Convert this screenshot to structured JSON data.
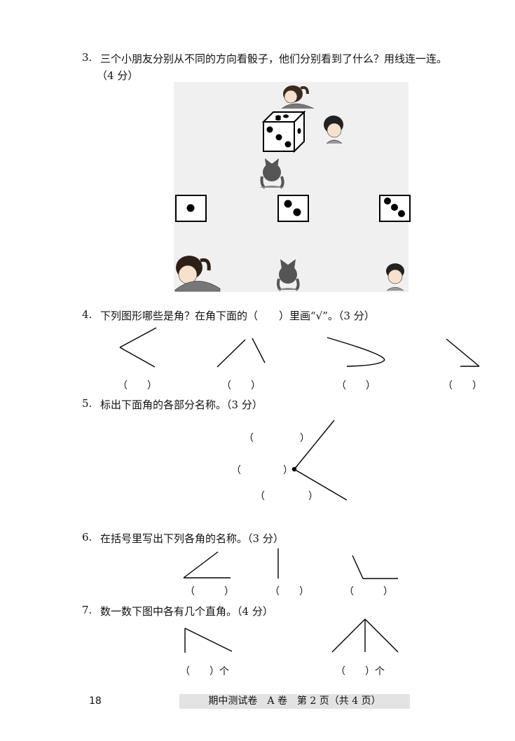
{
  "q3": {
    "number": "3.",
    "text": "三个小朋友分别从不同的方向看骰子，他们分别看到了什么？用线连一连。",
    "score": "（4 分）"
  },
  "q4": {
    "number": "4.",
    "text": "下列图形哪些是角？在角下面的（　　）里画“√”。（3 分）",
    "blanks": [
      "（　　）",
      "（　　）",
      "（　　）",
      "（　　）"
    ]
  },
  "q5": {
    "number": "5.",
    "text": "标出下面角的各部分名称。（3 分）",
    "open": "（",
    "close": "）"
  },
  "q6": {
    "number": "6.",
    "text": "在括号里写出下列各角的名称。（3 分）",
    "blanks": [
      "（　　　）",
      "（　　）",
      "（　　　）"
    ]
  },
  "q7": {
    "number": "7.",
    "text": "数一数下图中各有几个直角。（4 分）",
    "blanks": [
      "（　　）个",
      "（　　）个"
    ]
  },
  "footer": {
    "page_number": "18",
    "text": "期中测试卷　A 卷　第 2 页（共 4 页）"
  }
}
